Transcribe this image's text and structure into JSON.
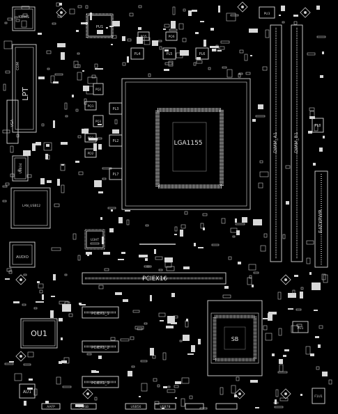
{
  "board": {
    "background": "#000000",
    "line_color": "#d9d9d9",
    "component_labels": {
      "kbms": "KBMS",
      "lpt": "LPT",
      "com": "COM",
      "vga": "VGA",
      "dvi": "DVI",
      "usb34": "USB34",
      "lan_usb12": "LAN_USB12",
      "audio": "AUDIO",
      "ou1": "OU1",
      "au1": "AU1",
      "cpu_socket": "LGA1155",
      "dimm_a1": "DIMM_A1",
      "dimm_b1": "DIMM_B1",
      "eatxpwr": "EATXPWR",
      "pciex16": "PCIEX16",
      "pciex1_1": "PCIEX1_1",
      "pciex1_2": "PCIEX1_2",
      "pciex1_3": "PCIEX1_3",
      "sb": "SB",
      "pu1": "PU1",
      "pu2": "PU2",
      "pu3": "PU3",
      "pl1": "PL1",
      "pl2": "PL2",
      "pl3": "PL3",
      "pl4": "PL4",
      "pl5": "PL5",
      "pl6": "PL6",
      "pl7": "PL7",
      "pl8": "PL8",
      "pq5": "PQ5",
      "pq6": "PQ6",
      "pq1": "PQ1",
      "pq2": "PQ2",
      "pq3": "PQ3",
      "pd1": "PD1",
      "pd2": "PD2",
      "u3ht": "U3HT",
      "pu1b": "PU1",
      "f1u1": "F1U1",
      "aafp": "AAFP",
      "f_usb": "F_USB",
      "usb56": "USB56",
      "usb78": "USB78"
    }
  }
}
